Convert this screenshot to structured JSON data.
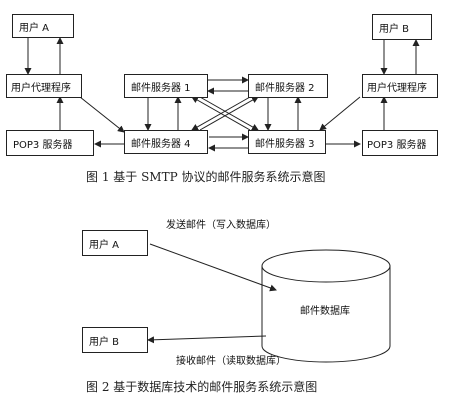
{
  "figure1": {
    "caption": "图 1   基于 SMTP 协议的邮件服务系统示意图",
    "user_a": "用户 A",
    "user_b": "用户 B",
    "ua_left": "用户代理程序",
    "ua_right": "用户代理程序",
    "mail1": "邮件服务器 1",
    "mail2": "邮件服务器 2",
    "mail3": "邮件服务器 3",
    "mail4": "邮件服务器 4",
    "pop3_left": "POP3 服务器",
    "pop3_right": "POP3 服务器"
  },
  "figure2": {
    "caption": "图 2   基于数据库技术的邮件服务系统示意图",
    "user_a": "用户 A",
    "user_b": "用户 B",
    "send_label": "发送邮件（写入数据库）",
    "receive_label": "接收邮件（读取数据库）",
    "database": "邮件数据库"
  }
}
